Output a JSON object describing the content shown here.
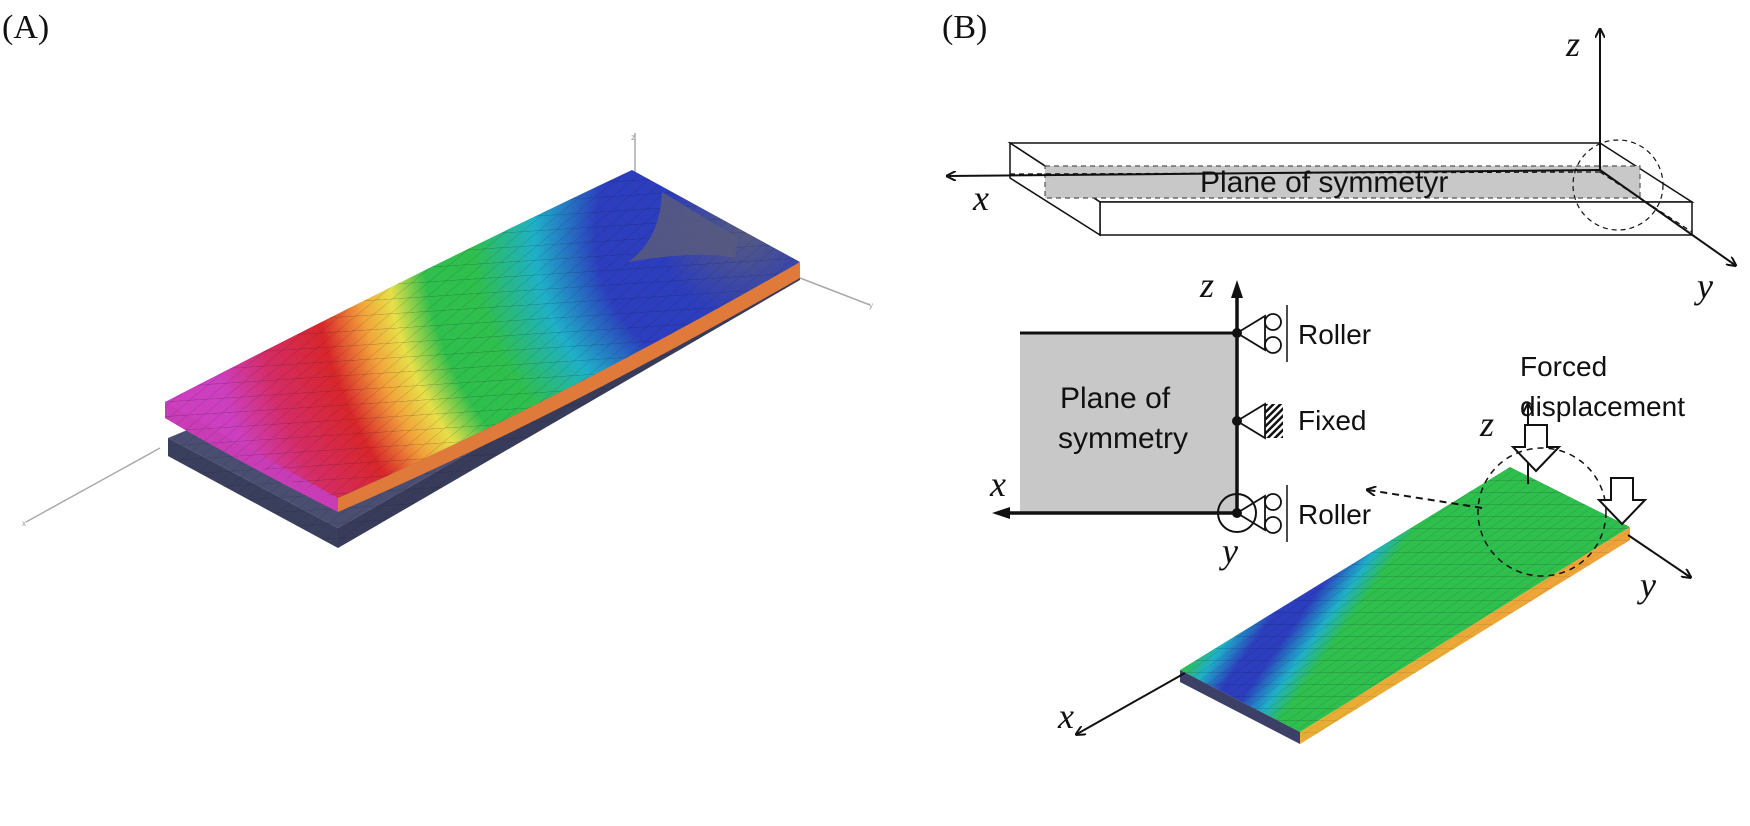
{
  "panels": {
    "a": {
      "label": "(A)",
      "axis_tiny": {
        "z": "z",
        "y": "y",
        "x": "x"
      }
    },
    "b": {
      "label": "(B)",
      "top_axes": {
        "z": "z",
        "x": "x",
        "y": "y"
      },
      "plane_box_label": "Plane of symmetyr",
      "plane_label_line1": "Plane of",
      "plane_label_line2": "symmetry",
      "detail_axes": {
        "z": "z",
        "x": "x",
        "y": "y"
      },
      "supports": {
        "top": "Roller",
        "middle": "Fixed",
        "bottom": "Roller"
      },
      "forced_line1": "Forced",
      "forced_line2": "displacement",
      "mesh_axes": {
        "z": "z",
        "x": "x",
        "y": "y"
      }
    }
  },
  "colors": {
    "mesh_base": "#4a4f72",
    "magenta": "#cc3fbf",
    "red": "#d8262a",
    "orange": "#f2a33a",
    "yellow": "#e7e048",
    "green": "#2fbf4c",
    "cyan": "#1fb0c8",
    "blue": "#2c3dbd",
    "plane_fill": "#c8c8c8"
  }
}
